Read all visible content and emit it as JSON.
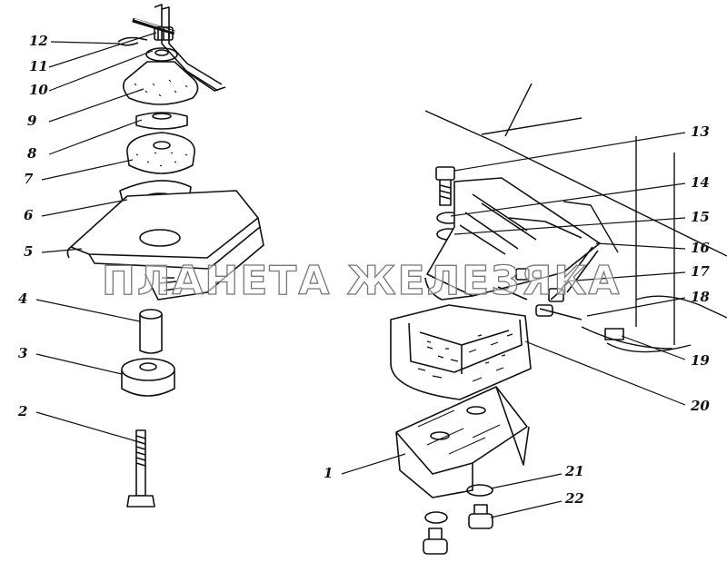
{
  "watermark": "ПЛАНЕТА ЖЕЛЕЗЯКА",
  "callouts": [
    "1",
    "2",
    "3",
    "4",
    "5",
    "6",
    "7",
    "8",
    "9",
    "10",
    "11",
    "12",
    "13",
    "14",
    "15",
    "16",
    "17",
    "18",
    "19",
    "20",
    "21",
    "22"
  ]
}
